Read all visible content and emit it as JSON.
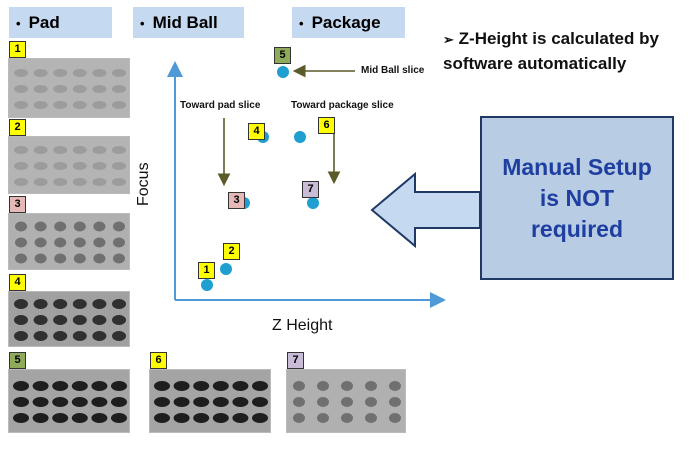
{
  "headers": {
    "pad": "Pad",
    "mid_ball": "Mid Ball",
    "package": "Package"
  },
  "bullet": "•",
  "note": {
    "marker": "➢",
    "bold": "Z-",
    "line1": "Height is calculated by",
    "line2": "software automatically"
  },
  "callout": {
    "line1": "Manual Setup",
    "line2": "is NOT",
    "line3": "required"
  },
  "plot": {
    "xlabel": "Z Height",
    "ylabel": "Focus",
    "annotations": {
      "mid_ball_slice": "Mid Ball slice",
      "toward_pad": "Toward pad slice",
      "toward_package": "Toward package slice"
    },
    "points": [
      {
        "label": "1"
      },
      {
        "label": "2"
      },
      {
        "label": "3"
      },
      {
        "label": "4"
      },
      {
        "label": "5"
      },
      {
        "label": "6"
      },
      {
        "label": "7"
      }
    ]
  },
  "slices": [
    {
      "label": "1"
    },
    {
      "label": "2"
    },
    {
      "label": "3"
    },
    {
      "label": "4"
    },
    {
      "label": "5"
    },
    {
      "label": "6"
    },
    {
      "label": "7"
    }
  ],
  "colors": {
    "header_bg": "#c5d9f1",
    "axis": "#4f9ad6",
    "point": "#1e9fd0",
    "callout_bg": "#b8cce4",
    "callout_text": "#1f3fa0"
  }
}
